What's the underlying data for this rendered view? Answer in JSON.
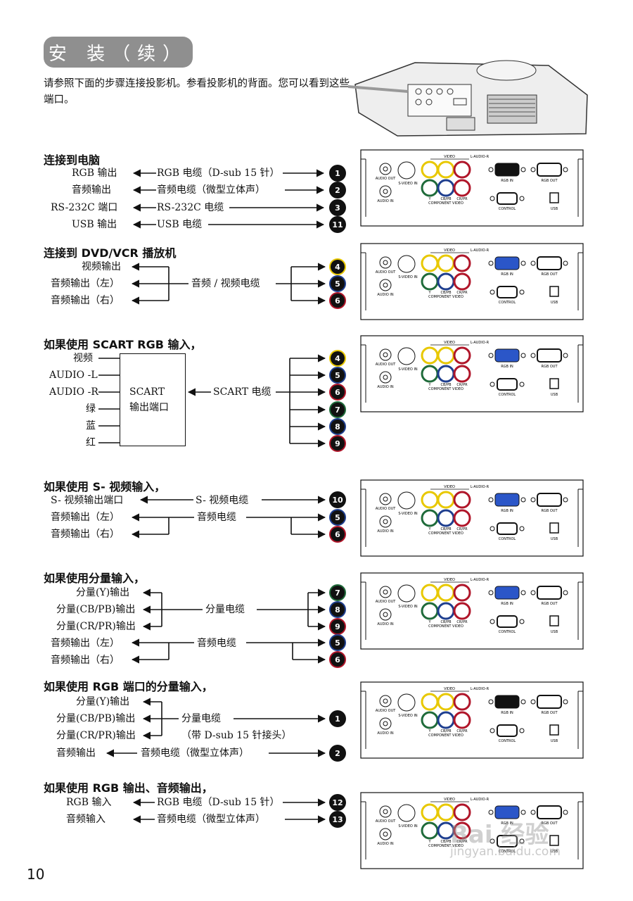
{
  "header": {
    "title": "安 装（续）",
    "intro": "请参照下面的步骤连接投影机。参看投影机的背面。您可以看到这些端口。"
  },
  "page_number": "10",
  "watermark": {
    "brand": "Bai 经验",
    "url": "jingyan.baidu.com"
  },
  "panel_text": {
    "video": "VIDEO",
    "audio_lr": "L-AUDIO-R",
    "audio_out": "AUDIO OUT",
    "svideo_in": "S-VIDEO IN",
    "audio_in": "AUDIO IN",
    "y": "Y",
    "cb": "CB/PB",
    "cr": "CR/PR",
    "component_video": "COMPONENT VIDEO",
    "rgb_in": "RGB IN",
    "rgb_out": "RGB OUT",
    "control": "CONTROL",
    "usb": "USB"
  },
  "sections": [
    {
      "title": "连接到电脑",
      "labels": [
        "RGB 输出",
        "RGB 电缆（D-sub 15 针）",
        "音频输出",
        "音频电缆（微型立体声）",
        "RS-232C 端口",
        "RS-232C 电缆",
        "USB 输出",
        "USB 电缆"
      ],
      "port_numbers": [
        "1",
        "2",
        "3",
        "11"
      ]
    },
    {
      "title": "连接到 DVD/VCR 播放机",
      "labels": [
        "视频输出",
        "音频输出（左）",
        "音频输出（右）",
        "音频 / 视频电缆"
      ],
      "port_numbers": [
        "4",
        "5",
        "6"
      ]
    },
    {
      "title": "如果使用 SCART RGB 输入，",
      "labels": [
        "视频",
        "AUDIO -L",
        "AUDIO -R",
        "绿",
        "蓝",
        "红",
        "SCART",
        "输出端口",
        "SCART 电缆"
      ],
      "port_numbers": [
        "4",
        "5",
        "6",
        "7",
        "8",
        "9"
      ]
    },
    {
      "title": "如果使用 S- 视频输入，",
      "labels": [
        "S- 视频输出端口",
        "S- 视频电缆",
        "音频输出（左）",
        "音频电缆",
        "音频输出（右）"
      ],
      "port_numbers": [
        "10",
        "5",
        "6"
      ]
    },
    {
      "title": "如果使用分量输入，",
      "labels": [
        "分量(Y)输出",
        "分量(CB/PB)输出",
        "分量电缆",
        "分量(CR/PR)输出",
        "音频输出（左）",
        "音频电缆",
        "音频输出（右）"
      ],
      "port_numbers": [
        "7",
        "8",
        "9",
        "5",
        "6"
      ]
    },
    {
      "title": "如果使用 RGB 端口的分量输入，",
      "labels": [
        "分量(Y)输出",
        "分量(CB/PB)输出",
        "分量电缆",
        "分量(CR/PR)输出",
        "（带 D-sub 15 针接头）",
        "音频输出",
        "音频电缆（微型立体声）"
      ],
      "port_numbers": [
        "1",
        "2"
      ]
    },
    {
      "title": "如果使用 RGB 输出、音频输出，",
      "labels": [
        "RGB 输入",
        "RGB 电缆（D-sub 15 针）",
        "音频输入",
        "音频电缆（微型立体声）"
      ],
      "port_numbers": [
        "12",
        "13"
      ]
    }
  ],
  "colors": {
    "pill": "#8f8f8f",
    "yellow": "#e8c800",
    "blue": "#1f3f8f",
    "red": "#b0162a",
    "green": "#1f6b3a",
    "black": "#111111",
    "rgb_in_fill": "#2b56c8"
  }
}
